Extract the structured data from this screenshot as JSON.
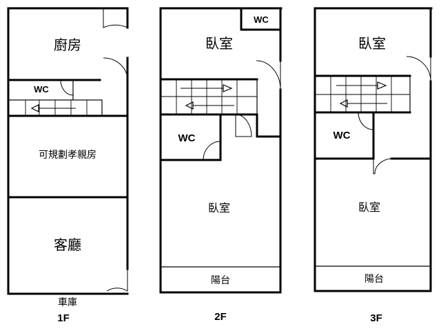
{
  "floors": {
    "f1": {
      "kitchen": "廚房",
      "wc": "WC",
      "parents_room": "可規劃孝親房",
      "living": "客廳",
      "garage": "車庫",
      "label": "1F"
    },
    "f2": {
      "bedroom_top": "臥室",
      "wc_small": "WC",
      "wc": "WC",
      "bedroom_main": "臥室",
      "balcony": "陽台",
      "label": "2F"
    },
    "f3": {
      "bedroom_top": "臥室",
      "wc": "WC",
      "bedroom_main": "臥室",
      "balcony": "陽台",
      "label": "3F"
    }
  }
}
